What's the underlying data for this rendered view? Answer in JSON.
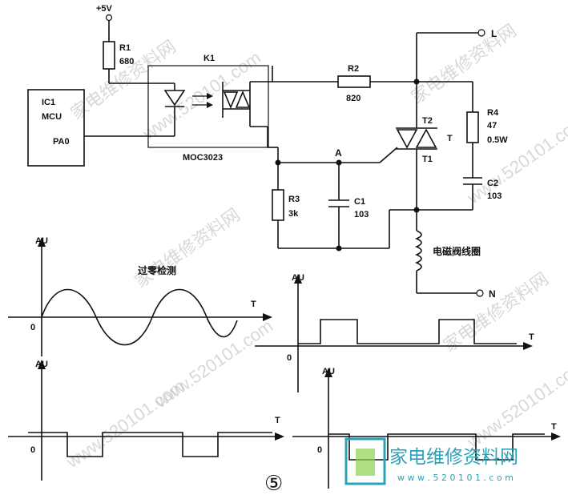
{
  "circuit": {
    "supply": "+5V",
    "r1": {
      "name": "R1",
      "value": "680"
    },
    "k1": "K1",
    "ic1": {
      "line1": "IC1",
      "line2": "MCU",
      "line3": "PA0"
    },
    "moc": "MOC3023",
    "r2": {
      "name": "R2",
      "value": "820"
    },
    "r3": {
      "name": "R3",
      "value": "3k"
    },
    "c1": {
      "name": "C1",
      "value": "103"
    },
    "node_a": "A",
    "triac": {
      "t2": "T2",
      "t1": "T1",
      "t": "T"
    },
    "r4": {
      "name": "R4",
      "value": "47",
      "power": "0.5W"
    },
    "c2": {
      "name": "C2",
      "value": "103"
    },
    "coil": "电磁阀线圈",
    "terminal_l": "L",
    "terminal_n": "N"
  },
  "plots": {
    "axis_y": "AU",
    "axis_x": "T",
    "origin": "0",
    "title": "过零检测"
  },
  "figure_number": "⑤",
  "watermark": {
    "site": "家电维修资料网",
    "url": "www.520101.com",
    "logo_cn": "家电维修资料网",
    "logo_url": "w w w . 5 2 0 1 0 1 . c o m"
  }
}
